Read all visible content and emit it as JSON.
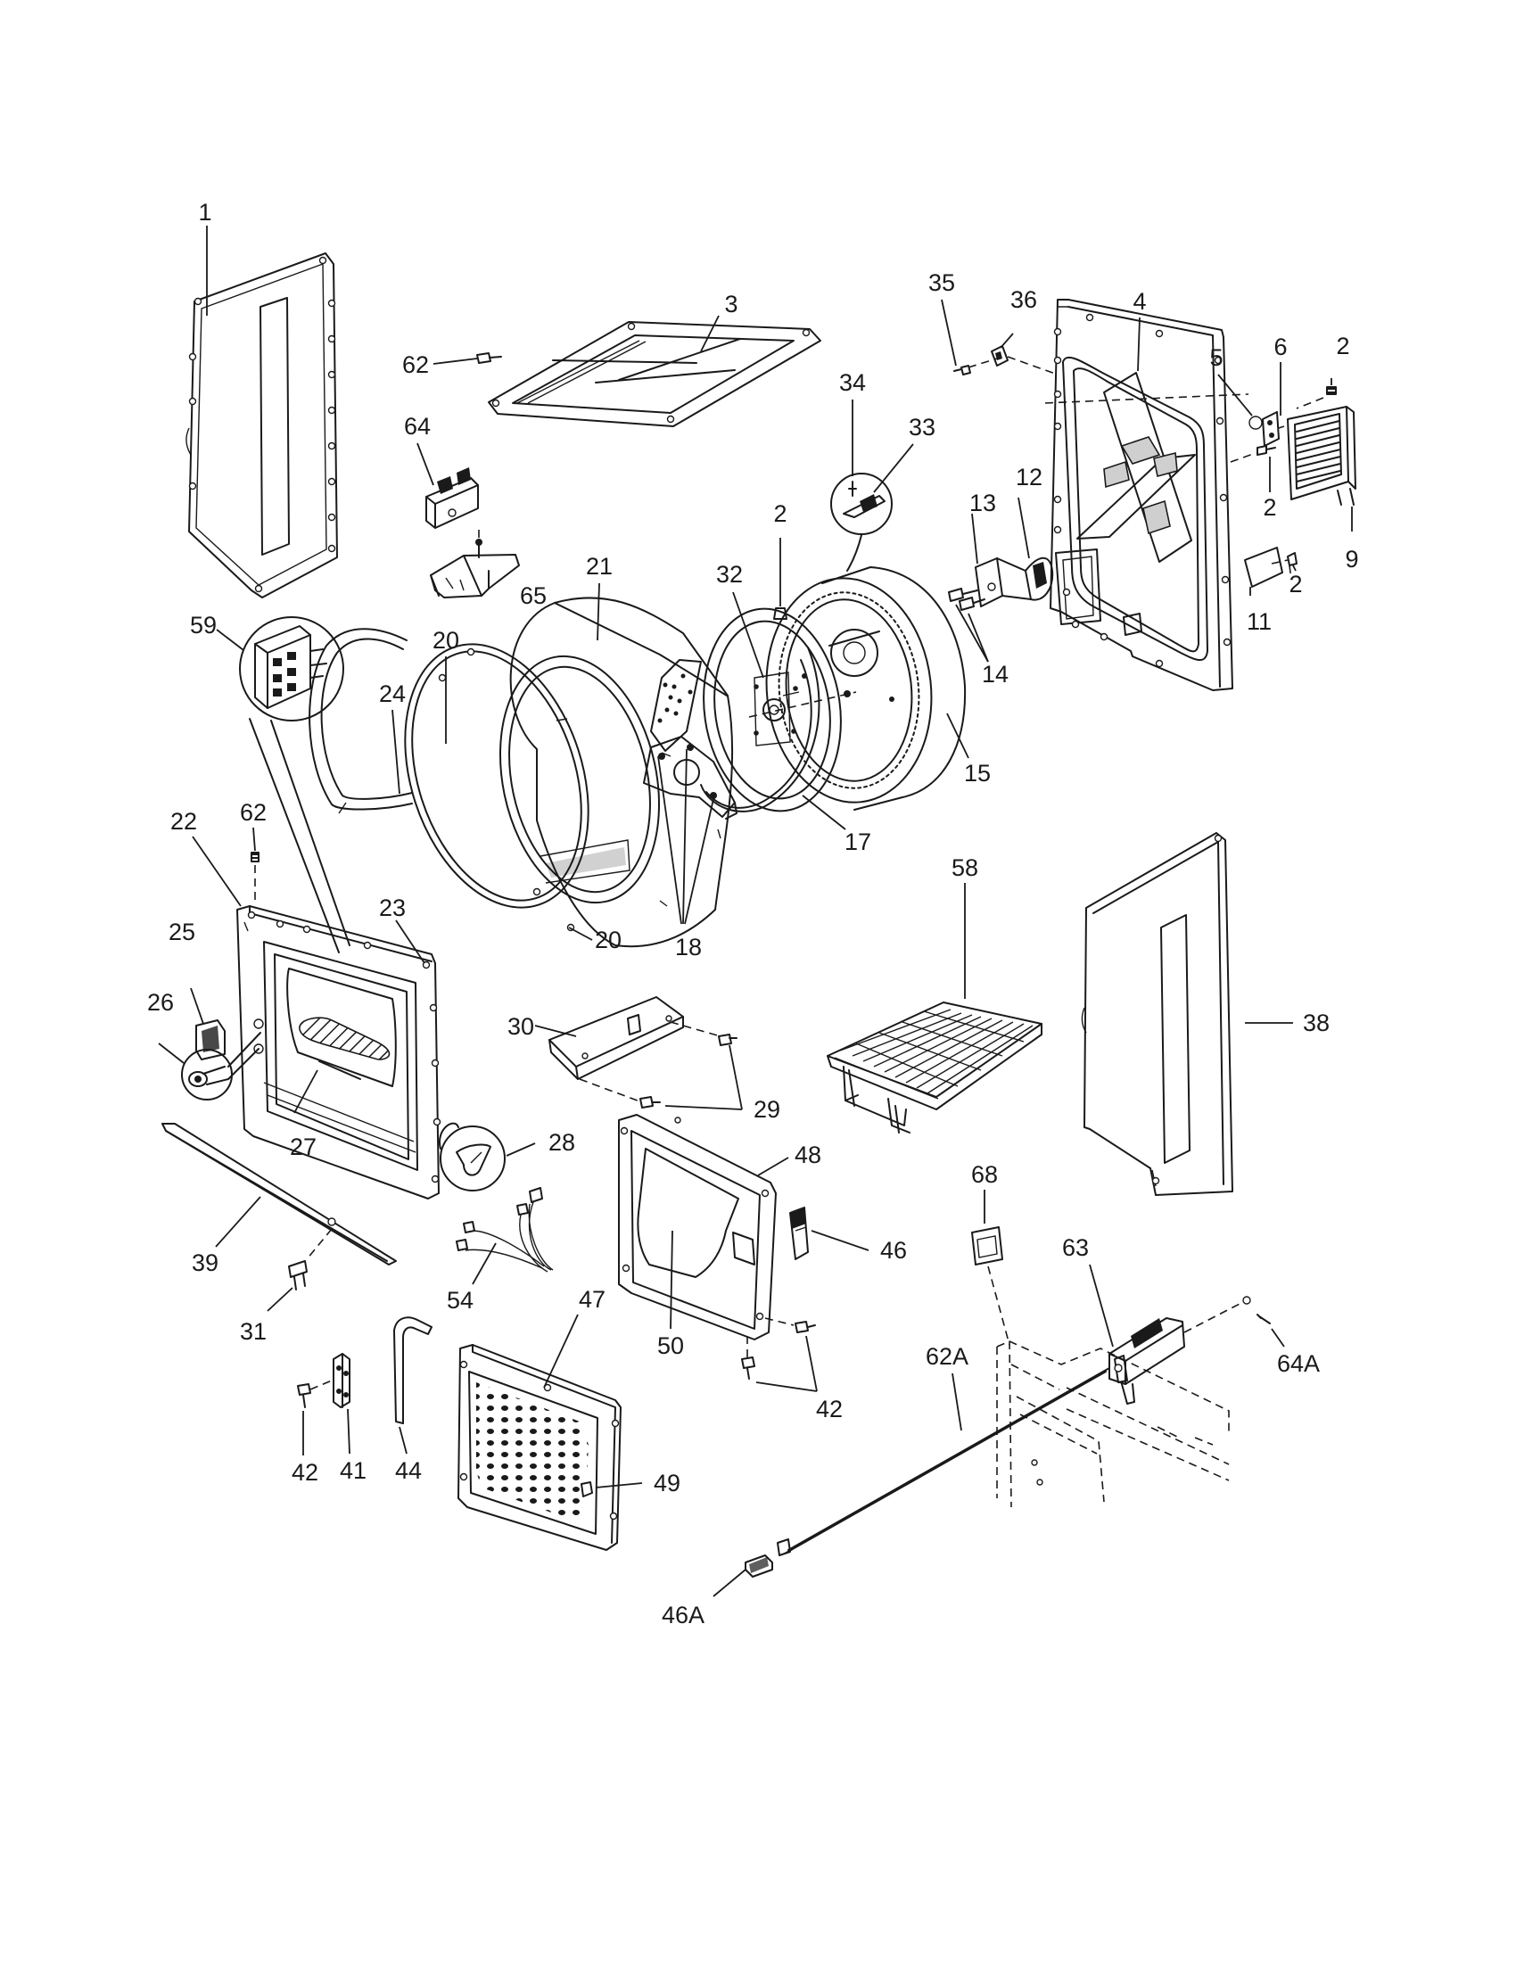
{
  "diagram": {
    "callouts": {
      "c1": "1",
      "c3": "3",
      "c62_top": "62",
      "c64": "64",
      "c65": "65",
      "c59": "59",
      "c24": "24",
      "c20_top": "20",
      "c21": "21",
      "c22": "22",
      "c62_mid": "62",
      "c25": "25",
      "c26": "26",
      "c23": "23",
      "c20_bot": "20",
      "c27": "27",
      "c18": "18",
      "c32": "32",
      "c2_drum": "2",
      "c34": "34",
      "c33": "33",
      "c17": "17",
      "c15": "15",
      "c35": "35",
      "c36": "36",
      "c4": "4",
      "c5": "5",
      "c6": "6",
      "c2_right_top": "2",
      "c2_right_mid": "2",
      "c2_right_low": "2",
      "c9": "9",
      "c11": "11",
      "c12": "12",
      "c13": "13",
      "c14": "14",
      "c30": "30",
      "c29": "29",
      "c58": "58",
      "c38": "38",
      "c28": "28",
      "c39": "39",
      "c31": "31",
      "c54": "54",
      "c48": "48",
      "c50": "50",
      "c46": "46",
      "c42_right": "42",
      "c47": "47",
      "c49": "49",
      "c44": "44",
      "c41": "41",
      "c42_left": "42",
      "c68": "68",
      "c63": "63",
      "c62A": "62A",
      "c64A": "64A",
      "c46A": "46A"
    }
  }
}
